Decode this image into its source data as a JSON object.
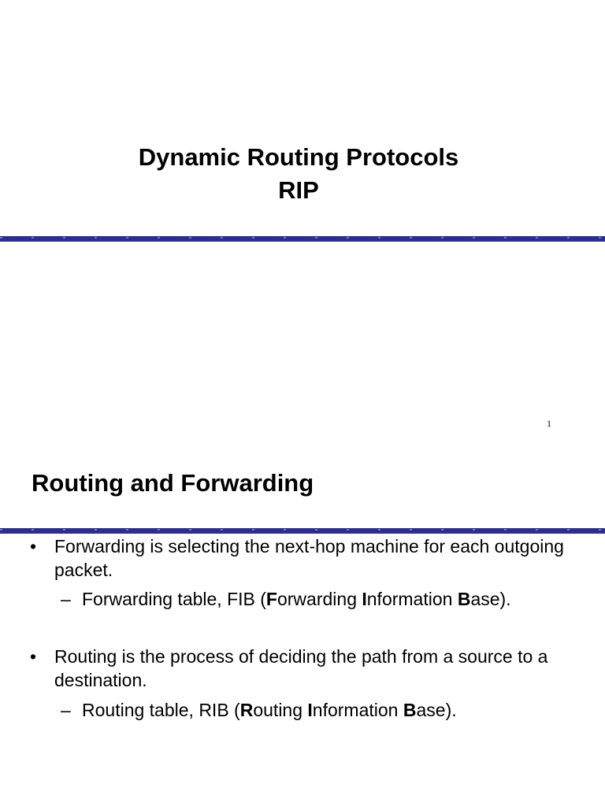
{
  "slide1": {
    "title_line1": "Dynamic Routing Protocols",
    "title_line2": "RIP",
    "page_number": "1"
  },
  "slide2": {
    "heading": "Routing and Forwarding",
    "bullet_mark": "•",
    "dash_mark": "–",
    "bullets": [
      {
        "text": "Forwarding is selecting the next-hop machine for each outgoing packet.",
        "sub": {
          "prefix": "Forwarding table, FIB (",
          "w1_b": "F",
          "w1_r": "orwarding ",
          "w2_b": "I",
          "w2_r": "nformation ",
          "w3_b": "B",
          "w3_r": "ase)."
        }
      },
      {
        "text": "Routing is the process of deciding the path from a source to a destination.",
        "sub": {
          "prefix": "Routing table, RIB (",
          "w1_b": "R",
          "w1_r": "outing ",
          "w2_b": "I",
          "w2_r": "nformation ",
          "w3_b": "B",
          "w3_r": "ase)."
        }
      }
    ]
  }
}
